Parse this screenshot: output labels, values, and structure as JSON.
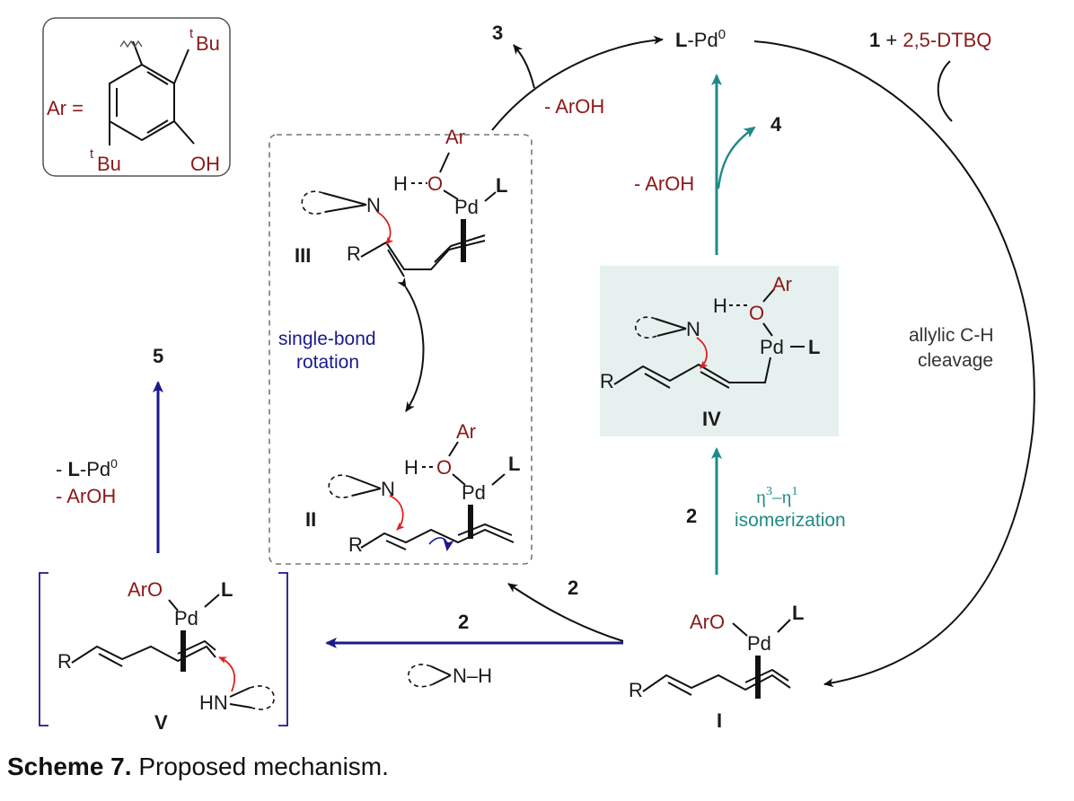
{
  "caption": {
    "label": "Scheme 7.",
    "text": "Proposed mechanism."
  },
  "box": {
    "ar_label": "Ar  =",
    "tbu_top": "Bu",
    "tbu_bottom": "Bu",
    "t_sup": "t",
    "oh": "OH"
  },
  "catalyst": {
    "l": "L",
    "pd0": "-Pd",
    "sup": "0"
  },
  "reagents": {
    "num": "1",
    "plus": " + ",
    "dtbq": "2,5-DTBQ"
  },
  "labels": {
    "cleavage1": "allylic C-H",
    "cleavage2": "cleavage",
    "rotation1": "single-bond",
    "rotation2": "rotation",
    "iso_eta": "η",
    "iso_3": "3",
    "iso_dash": "–η",
    "iso_1": "1",
    "iso_word": "isomerization",
    "minus_aroh": "- ArOH",
    "minus_pre": "- ",
    "minus_pd": "-Pd",
    "minus_pd_sup": "0",
    "minus_aroh2": "- ArOH",
    "nh": "N–H"
  },
  "numbers": {
    "p3": "3",
    "p4": "4",
    "p5": "5",
    "r2a": "2",
    "r2b": "2",
    "r2c": "2"
  },
  "intermediates": {
    "i": "I",
    "ii": "II",
    "iii": "III",
    "iv": "IV",
    "v": "V"
  },
  "atoms": {
    "ar": "Ar",
    "aro": "ArO",
    "o": "O",
    "h": "H",
    "n": "N",
    "pd": "Pd",
    "l": "L",
    "r": "R",
    "hn": "HN"
  },
  "colors": {
    "red": "#8b1a1a",
    "blue": "#1a1a8c",
    "teal": "#1f8a86",
    "panel": "#e6f0ee"
  }
}
